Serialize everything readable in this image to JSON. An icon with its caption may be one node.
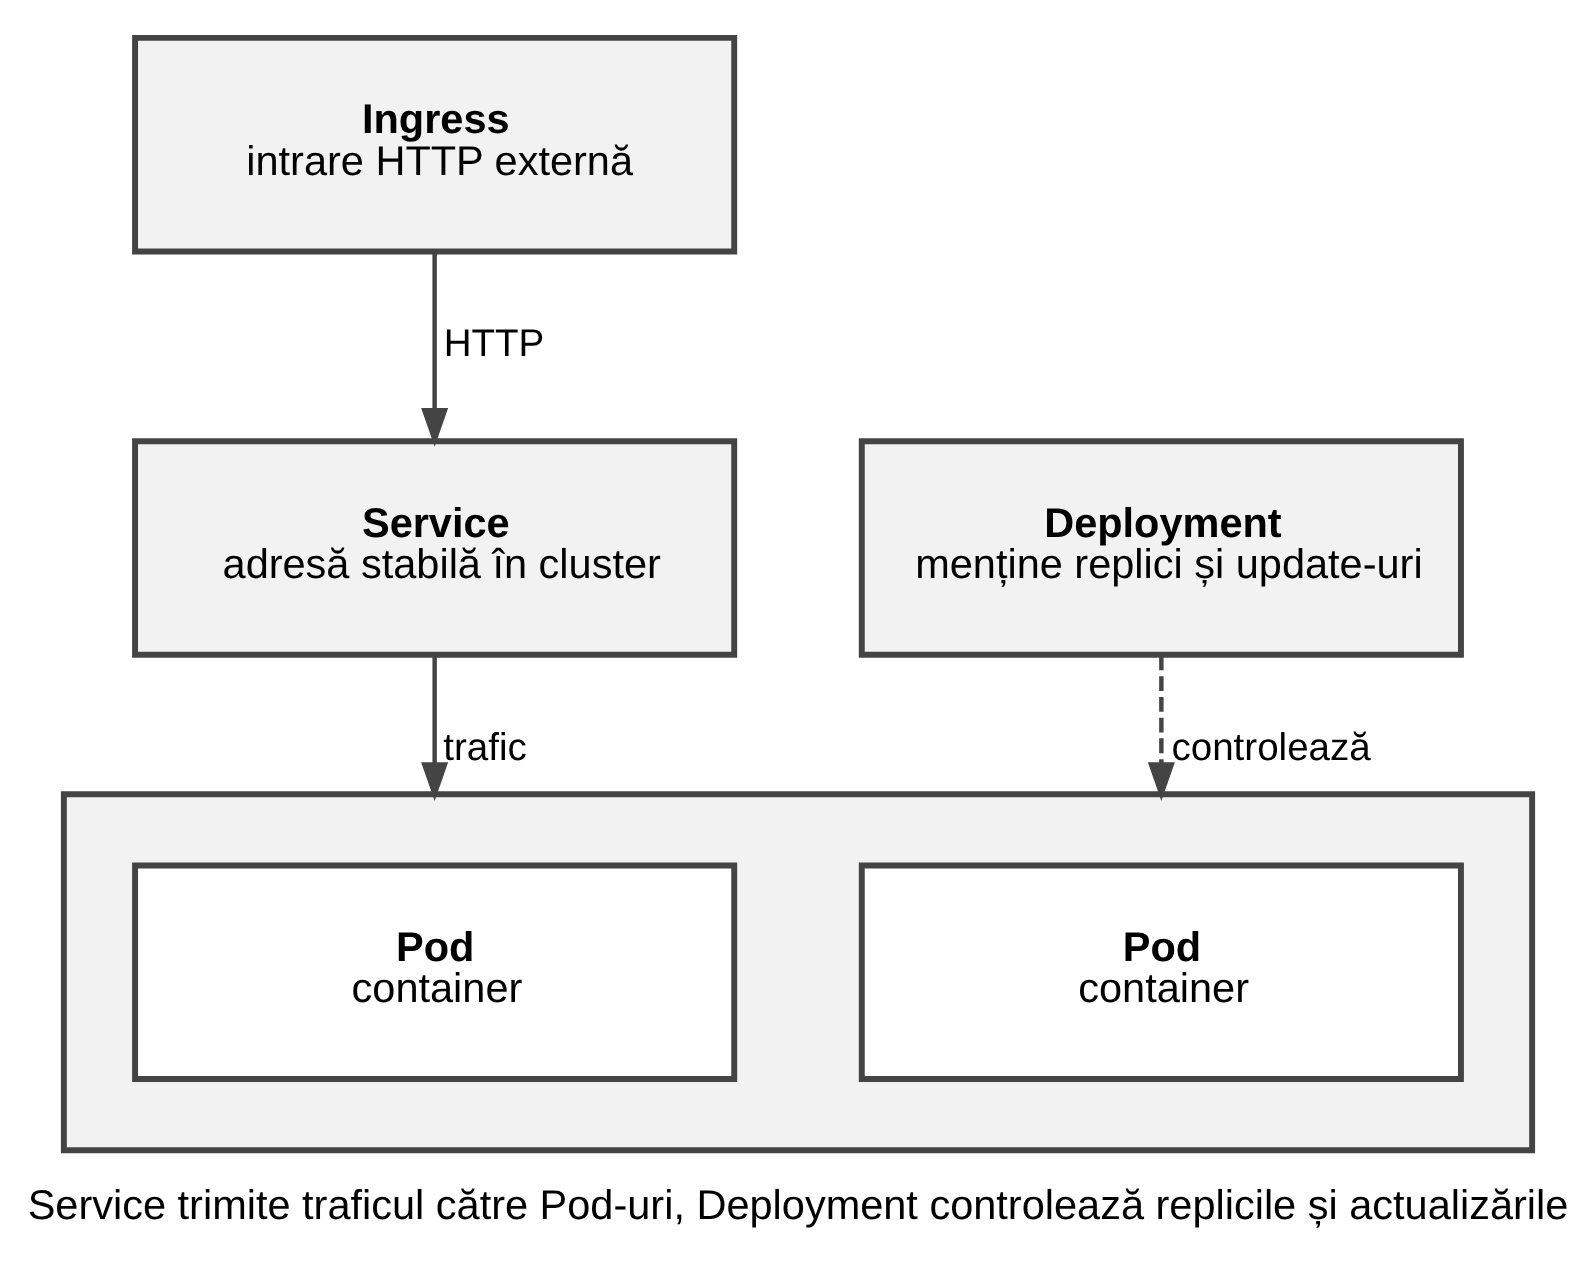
{
  "diagram": {
    "caption": "Service trimite traficul către Pod-uri, Deployment controlează replicile și actualizările",
    "nodes": [
      {
        "text": [
          "Ingress",
          "intrare HTTP externă"
        ]
      },
      {
        "text": [
          "Service",
          "adresă stabilă în cluster"
        ]
      },
      {
        "text": [
          "Deployment",
          "menține replici și update-uri"
        ]
      },
      {
        "text": [],
        "shape": "box"
      },
      {
        "text": [
          "Pod",
          "container"
        ],
        "in": 3
      },
      {
        "text": [
          "Pod",
          "container"
        ],
        "in": 3
      }
    ],
    "edges": [
      {
        "from": 0,
        "to": 1,
        "arrow": "to",
        "label": "HTTP"
      },
      {
        "from": 1,
        "to": 3,
        "arrow": "to",
        "label": "trafic"
      },
      {
        "from": 2,
        "to": 3,
        "arrow": "to",
        "label": "controlează",
        "style": "dashed"
      }
    ]
  }
}
